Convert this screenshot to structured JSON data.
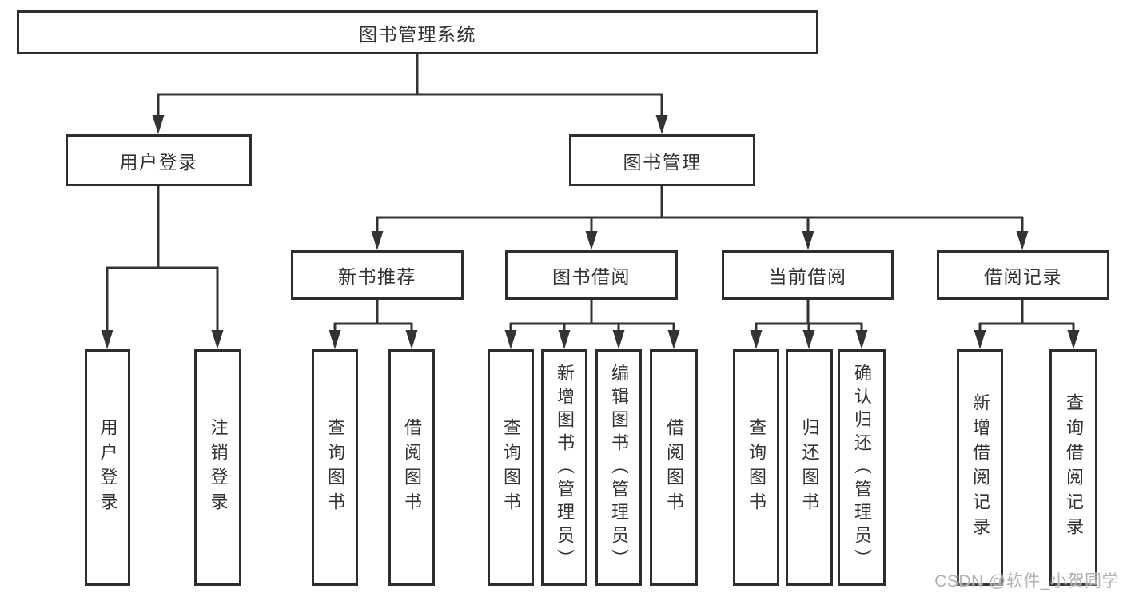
{
  "diagram": {
    "watermark": "CSDN @软件_小贺同学",
    "colors": {
      "line": "#333333",
      "box_border": "#2e2e2e",
      "text": "#333333",
      "watermark": "#b3b3b3",
      "background": "#ffffff"
    },
    "tree": {
      "label": "图书管理系统",
      "children": [
        {
          "label": "用户登录",
          "children": [
            {
              "label": "用户登录"
            },
            {
              "label": "注销登录"
            }
          ]
        },
        {
          "label": "图书管理",
          "children": [
            {
              "label": "新书推荐",
              "children": [
                {
                  "label": "查询图书"
                },
                {
                  "label": "借阅图书"
                }
              ]
            },
            {
              "label": "图书借阅",
              "children": [
                {
                  "label": "查询图书"
                },
                {
                  "label": "新增图书（管理员）"
                },
                {
                  "label": "编辑图书（管理员）"
                },
                {
                  "label": "借阅图书"
                }
              ]
            },
            {
              "label": "当前借阅",
              "children": [
                {
                  "label": "查询图书"
                },
                {
                  "label": "归还图书"
                },
                {
                  "label": "确认归还（管理员）"
                }
              ]
            },
            {
              "label": "借阅记录",
              "children": [
                {
                  "label": "新增借阅记录"
                },
                {
                  "label": "查询借阅记录"
                }
              ]
            }
          ]
        }
      ]
    }
  }
}
